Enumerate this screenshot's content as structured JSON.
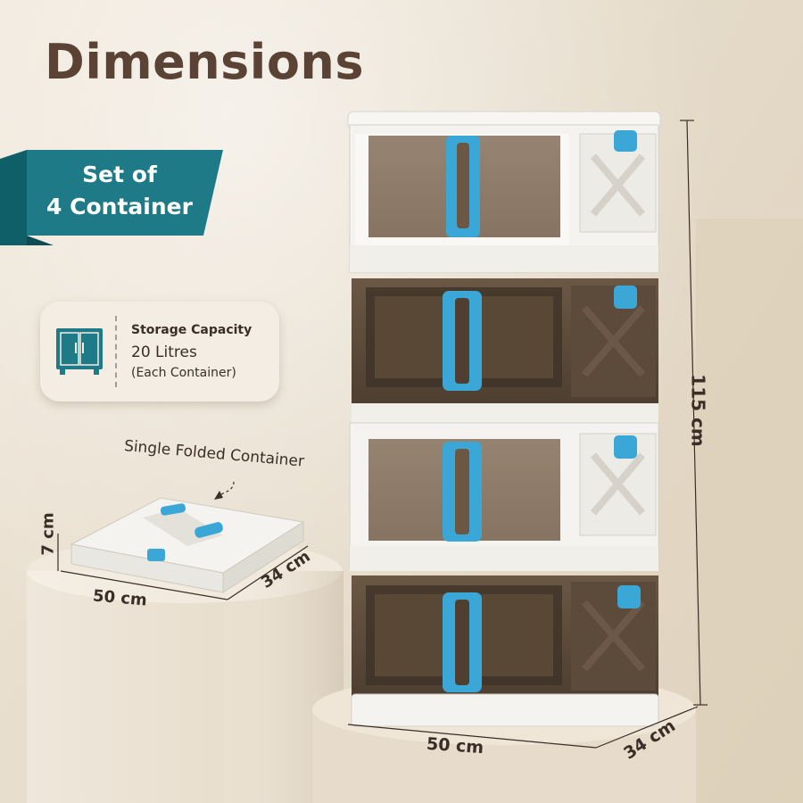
{
  "title": "Dimensions",
  "banner": {
    "line1": "Set of",
    "line2": "4 Container"
  },
  "capacity": {
    "heading": "Storage Capacity",
    "value": "20 Litres",
    "note": "(Each Container)",
    "icon": "cabinet-icon"
  },
  "folded": {
    "label": "Single Folded Container",
    "height": "7 cm",
    "width": "50 cm",
    "depth": "34 cm"
  },
  "stack": {
    "height": "115 cm",
    "width": "50 cm",
    "depth": "34 cm"
  },
  "colors": {
    "title": "#5a4234",
    "banner": "#1d7a86",
    "accent_blue": "#3aa7d6",
    "tinted_door": "#6e5a45",
    "container_white": "#f4f3ef"
  }
}
